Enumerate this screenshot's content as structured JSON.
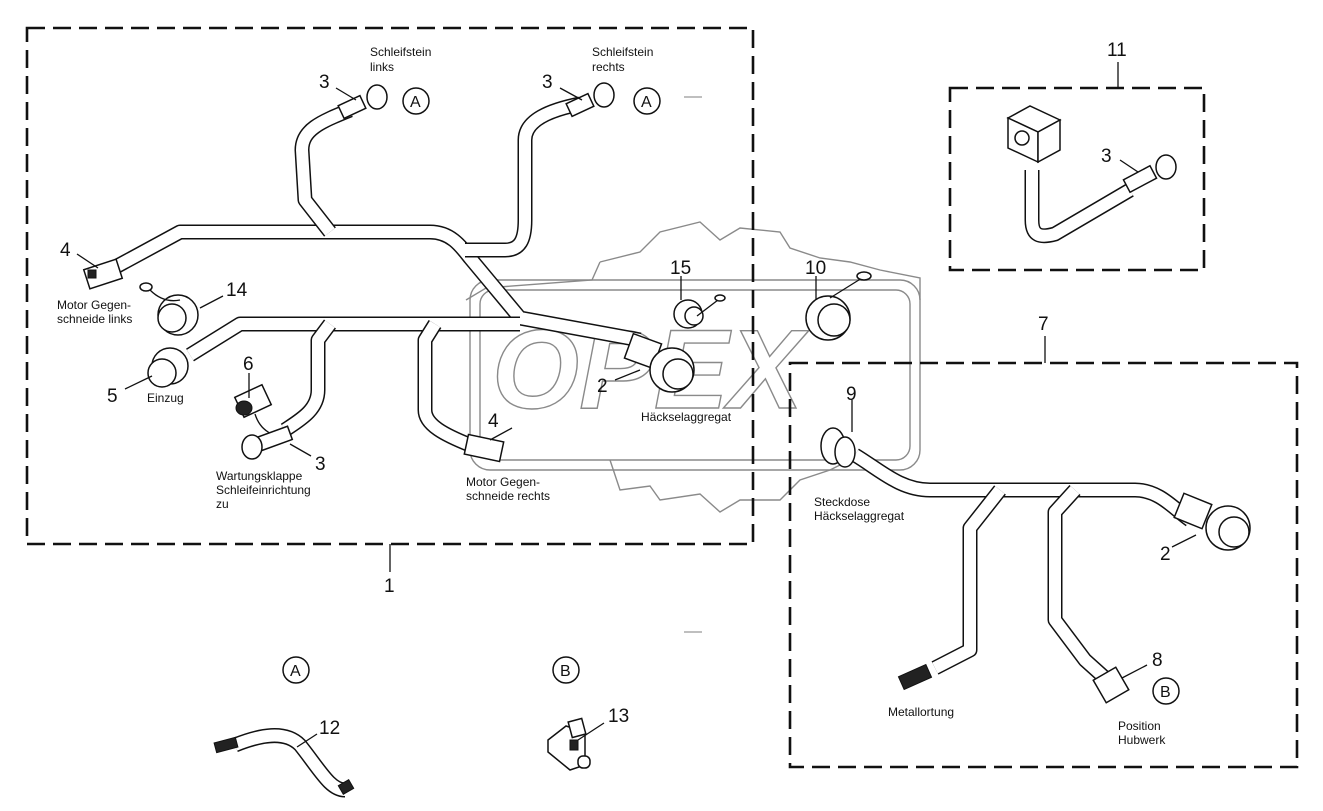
{
  "diagram": {
    "watermark": "OPEX",
    "groups": [
      {
        "id": "group-1",
        "number": "1"
      },
      {
        "id": "group-7",
        "number": "7"
      },
      {
        "id": "group-11",
        "number": "11"
      }
    ],
    "detail_markers": {
      "A": "A",
      "B": "B"
    },
    "callouts": {
      "g1_schleifstein_links_num": "3",
      "g1_schleifstein_rechts_num": "3",
      "g1_motor_links_num": "4",
      "g1_cap14_num": "14",
      "g1_einzug_num": "5",
      "g1_part6_num": "6",
      "g1_wartung_num": "3",
      "g1_motor_rechts_num": "4",
      "g1_haecksel_num": "2",
      "g1_cap15_num": "15",
      "cap10_num": "10",
      "g7_steckdose_num": "9",
      "g7_haecksel_num": "2",
      "g7_position_num": "8",
      "g11_connector_num": "3",
      "detailA_cable_num": "12",
      "detailB_part_num": "13"
    },
    "labels": {
      "schleifstein_links": [
        "Schleifstein",
        "links"
      ],
      "schleifstein_rechts": [
        "Schleifstein",
        "rechts"
      ],
      "motor_links": [
        "Motor Gegen-",
        "schneide links"
      ],
      "einzug": "Einzug",
      "wartung": [
        "Wartungsklappe",
        "Schleifeinrichtung",
        "zu"
      ],
      "motor_rechts": [
        "Motor Gegen-",
        "schneide rechts"
      ],
      "haeckselaggregat": "Häckselaggregat",
      "steckdose": [
        "Steckdose",
        "Häckselaggregat"
      ],
      "metallortung": "Metallortung",
      "position_hubwerk": [
        "Position",
        "Hubwerk"
      ]
    }
  }
}
